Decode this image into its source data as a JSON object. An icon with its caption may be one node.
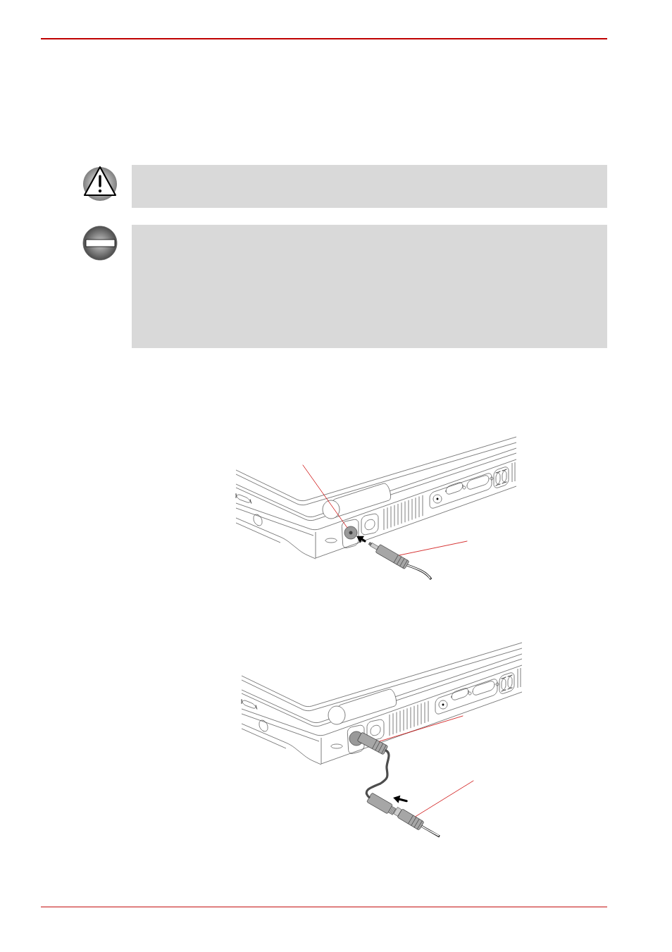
{
  "diagram": {
    "nodes": [
      {
        "text": [],
        "shape": "circle"
      },
      {
        "text": [],
        "shape": "picture"
      },
      {
        "text": [],
        "shape": "picture"
      },
      {
        "text": [],
        "shape": "picture"
      },
      {
        "text": [],
        "shape": "picture"
      }
    ],
    "edges": [
      {
        "from": null,
        "to": 0,
        "arrow": "none"
      },
      {
        "from": 1,
        "to": 0,
        "arrow": "to",
        "style": "thick",
        "color": "#000000"
      },
      {
        "from": null,
        "to": 1,
        "arrow": "none"
      },
      {
        "from": null,
        "to": 2,
        "arrow": "none"
      },
      {
        "from": 2,
        "to": 3,
        "arrow": "none",
        "style": "thick",
        "color": "#4d4d4d"
      },
      {
        "from": 4,
        "to": 3,
        "arrow": "to",
        "style": "thick",
        "color": "#000000"
      },
      {
        "from": null,
        "to": 4,
        "arrow": "none"
      }
    ]
  }
}
